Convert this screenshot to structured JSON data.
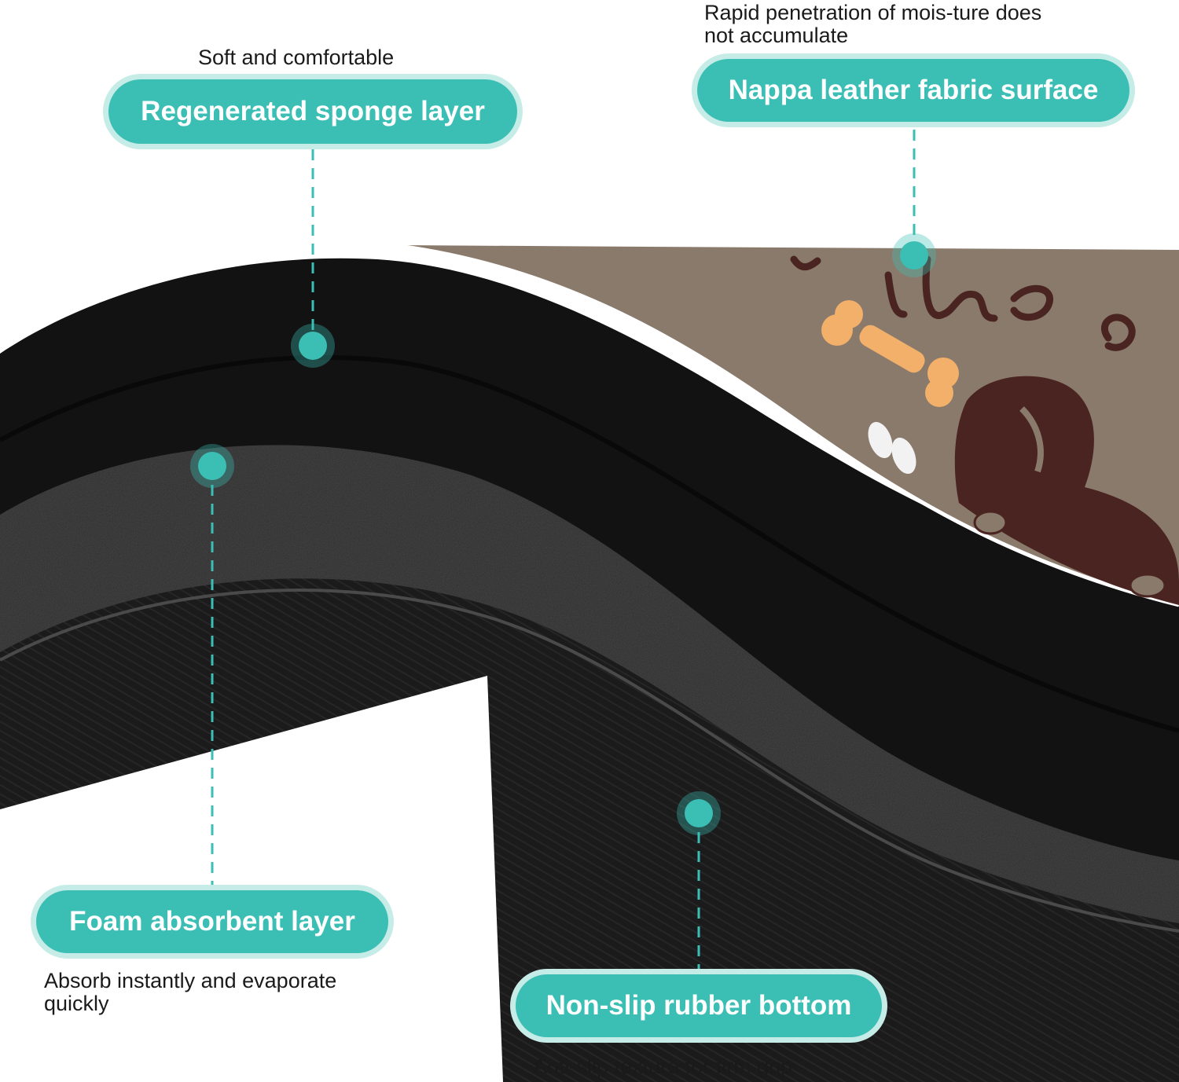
{
  "colors": {
    "accent": "#3bbfb5",
    "accent_halo": "#c6ece8",
    "surface_print": "#8a7a6c",
    "print_ink": "#4a2420",
    "bone": "#f3b06a",
    "layer_black": "#121212",
    "foam_gray": "#2a2a2a"
  },
  "callouts": {
    "sponge": {
      "label": "Regenerated sponge layer",
      "caption": "Soft and comfortable",
      "icon": "marker-dot-icon"
    },
    "nappa": {
      "label": "Nappa leather fabric surface",
      "caption_line1": "Rapid penetration of mois-ture does",
      "caption_line2": "not accumulate",
      "icon": "marker-dot-icon"
    },
    "foam": {
      "label": "Foam absorbent layer",
      "caption_line1": "Absorb instantly and evaporate",
      "caption_line2": "quickly",
      "icon": "marker-dot-icon"
    },
    "rubber": {
      "label": "Non-slip rubber bottom",
      "caption": "Anti-slip texture for firm grip",
      "icon": "marker-dot-icon"
    }
  }
}
